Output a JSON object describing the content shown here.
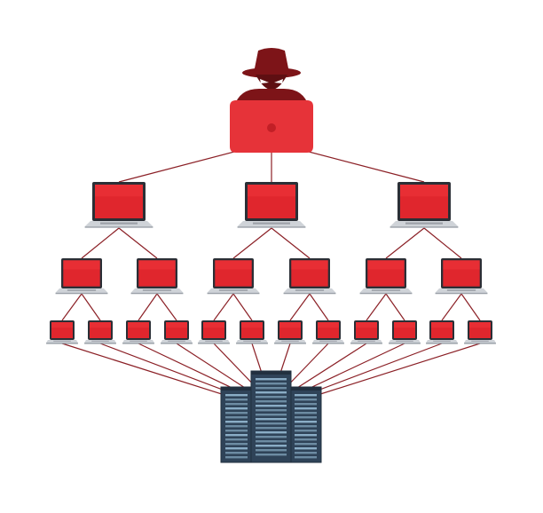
{
  "diagram": {
    "type": "botnet-ddos-illustration",
    "colors": {
      "background": "#ffffff",
      "connector": "#8b2026",
      "screen_red": "#e0262d",
      "screen_red_light": "#f23a3f",
      "hacker_dark": "#7d1418",
      "hacker_laptop": "#e63339",
      "laptop_base": "#cfd3d8",
      "laptop_bezel": "#2b2f36",
      "server_body": "#2f4358",
      "server_dark": "#22303f",
      "server_light": "#8fb3cc"
    },
    "icons": {
      "attacker": "hacker-with-hat-icon",
      "device": "laptop-icon",
      "target": "server-rack-icon"
    },
    "tiers": [
      {
        "name": "attacker",
        "count": 1
      },
      {
        "name": "tier-1-laptops",
        "count": 3
      },
      {
        "name": "tier-2-laptops",
        "count": 6
      },
      {
        "name": "tier-3-laptops",
        "count": 12
      },
      {
        "name": "target-server",
        "count": 1
      }
    ]
  }
}
